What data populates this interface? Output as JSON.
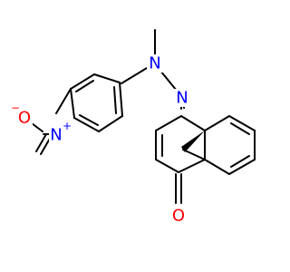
{
  "atoms": {
    "nitro_n": "N",
    "nitro_n_charge": "+",
    "nitro_o": "O",
    "nitro_o_charge": "−",
    "hydrazone_n1": "N",
    "hydrazone_n2": "N",
    "ketone_o": "O"
  },
  "colors": {
    "nitrogen": "#0000ff",
    "oxygen": "#ff0000",
    "carbon": "#000000"
  }
}
